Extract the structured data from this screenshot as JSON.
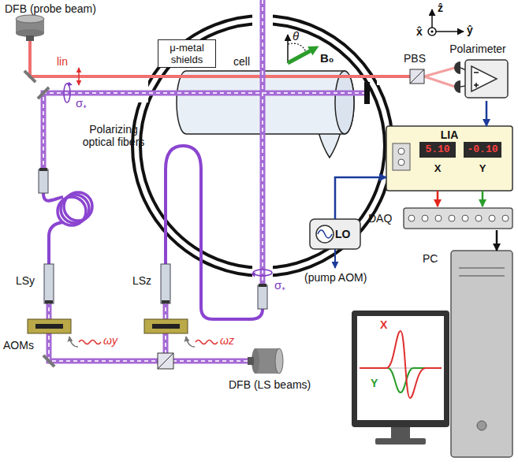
{
  "diagram": {
    "nodes": [
      {
        "text": [
          "μ-metal shields"
        ]
      },
      {
        "text": [
          "Polarimeter"
        ]
      },
      {
        "text": [
          "LIA",
          "5.10",
          "-0.10",
          "X",
          "Y"
        ]
      },
      {
        "text": [
          "LO"
        ]
      },
      {
        "text": [
          "DAQ"
        ]
      },
      {
        "text": [
          "PC",
          "X",
          "Y"
        ]
      }
    ],
    "edges": [
      {
        "from": 1,
        "to": 2,
        "arrow": "to"
      },
      {
        "from": 3,
        "to": 2,
        "arrow": "to"
      },
      {
        "from": 2,
        "to": 4,
        "arrow": "to"
      },
      {
        "from": 2,
        "to": 4,
        "arrow": "to"
      },
      {
        "from": 4,
        "to": 5,
        "arrow": "to"
      }
    ],
    "labels": [
      "DFB (probe beam)",
      "lin",
      "σ₊",
      "cell",
      "θ",
      "B₀",
      "ẑ",
      "x̂",
      "ŷ",
      "PBS",
      "σ₊",
      "(pump AOM)",
      "Polarizing optical fibers",
      "LSy",
      "LSz",
      "AOMs",
      "ωy",
      "ωz",
      "DFB (LS beams)"
    ]
  }
}
